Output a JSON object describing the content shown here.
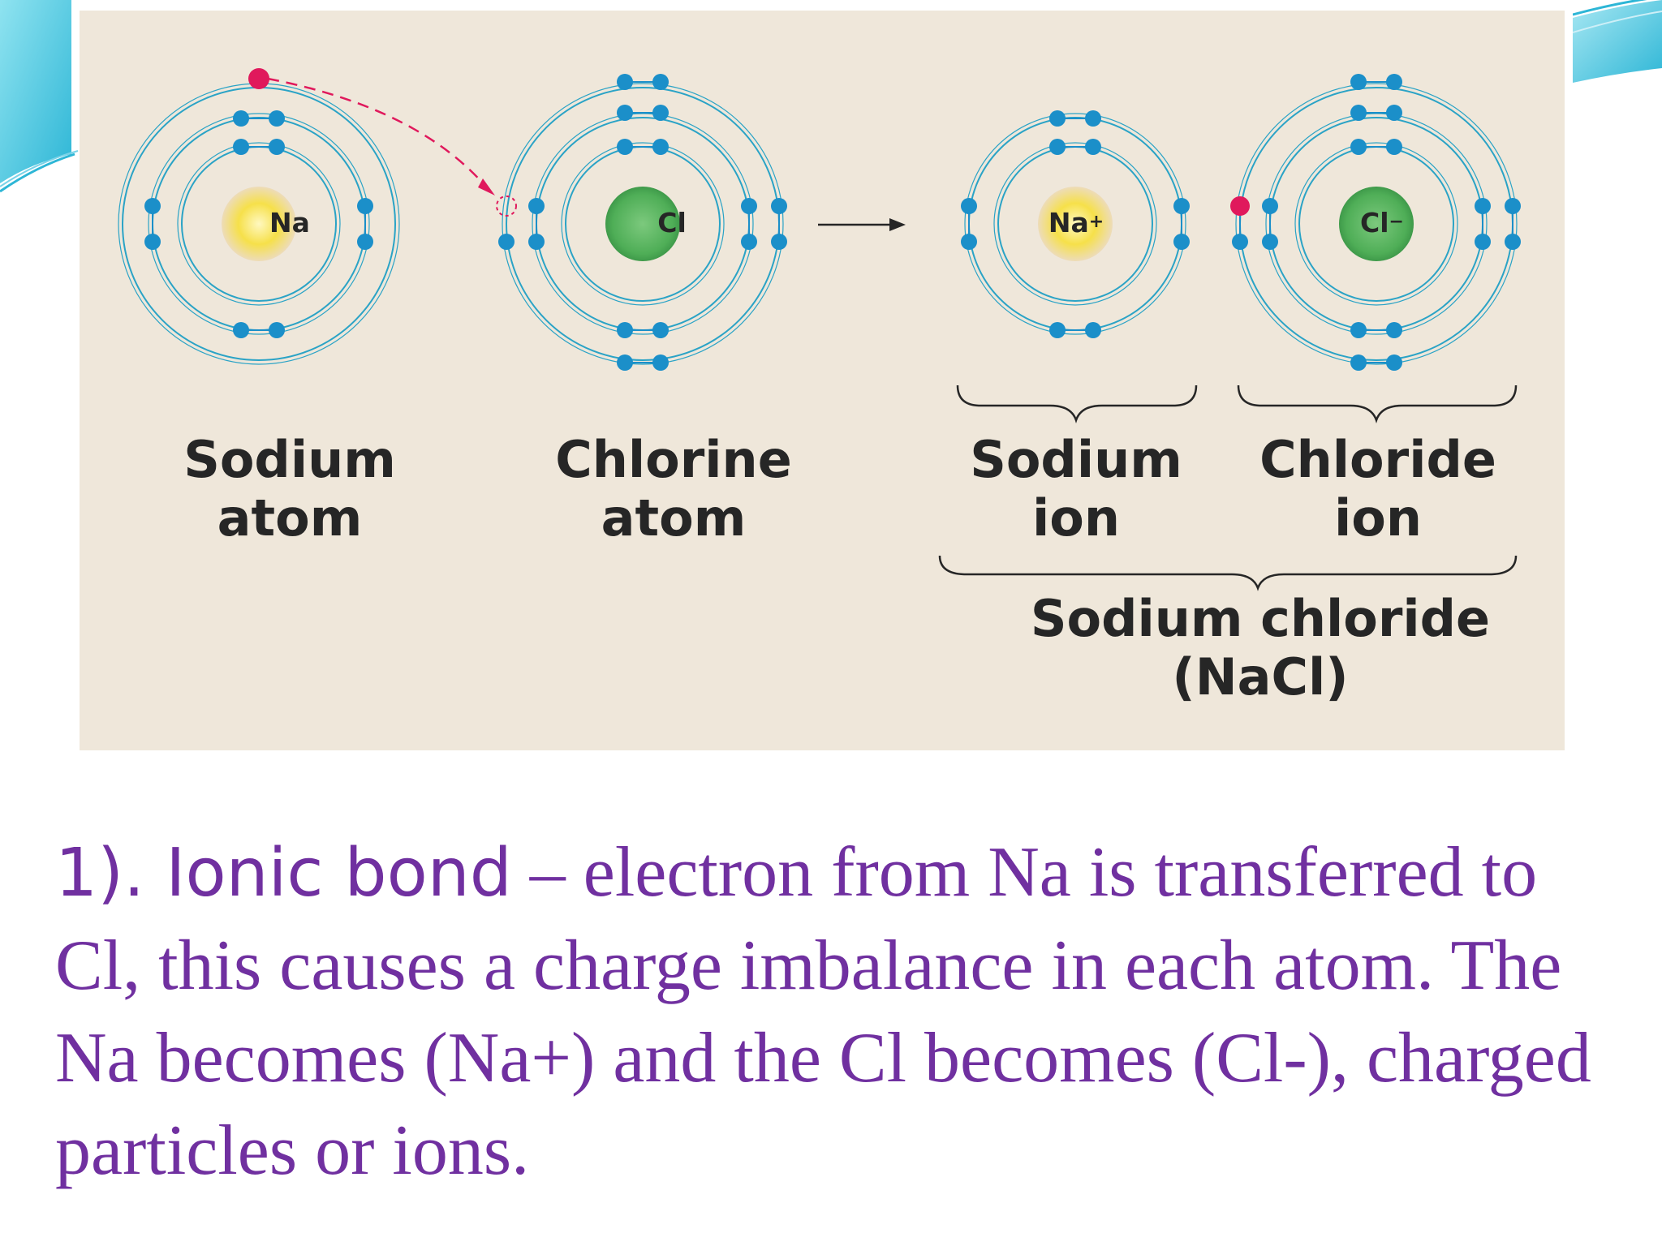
{
  "diagram": {
    "atoms": [
      {
        "symbol": "Na",
        "charge": "",
        "name_line1": "Sodium",
        "name_line2": "atom"
      },
      {
        "symbol": "Cl",
        "charge": "",
        "name_line1": "Chlorine",
        "name_line2": "atom"
      },
      {
        "symbol": "Na",
        "charge": "+",
        "name_line1": "Sodium",
        "name_line2": "ion"
      },
      {
        "symbol": "Cl",
        "charge": "−",
        "name_line1": "Chloride",
        "name_line2": "ion"
      }
    ],
    "compound": {
      "line1": "Sodium chloride",
      "line2": "(NaCl)"
    },
    "colors": {
      "background": "#efe7da",
      "electron": "#1b8fc9",
      "transferred_electron": "#e0195c",
      "orbit": "#2aa3c6",
      "sodium_nucleus": "#f6e04a",
      "chlorine_nucleus": "#4fae57",
      "caption": "#7030a0"
    }
  },
  "caption": {
    "term": "1). Ionic bond",
    "explanation": " – electron from Na is transferred to Cl, this causes a charge imbalance in each atom.  The Na becomes (Na+) and the Cl becomes (Cl-), charged particles or ions."
  }
}
